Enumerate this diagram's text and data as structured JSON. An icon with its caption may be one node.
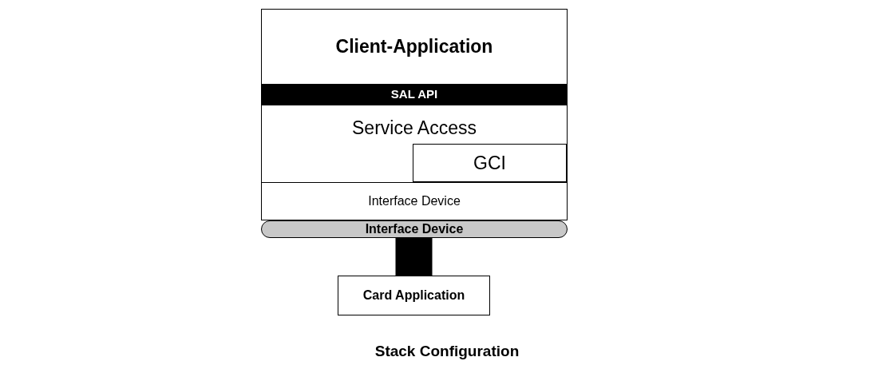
{
  "diagram": {
    "caption": "Stack Configuration",
    "nodes": [
      {
        "text": [
          "Client-Application"
        ]
      },
      {
        "text": [
          "SAL API"
        ]
      },
      {
        "text": [
          "Service Access"
        ]
      },
      {
        "text": [
          "GCI"
        ],
        "in": 2
      },
      {
        "text": [
          "Interface Device"
        ]
      },
      {
        "text": [
          "Interface Device"
        ]
      },
      {
        "text": [
          "Card Application"
        ]
      }
    ],
    "edges": [
      {
        "from": 5,
        "to": 6,
        "arrow": "none"
      }
    ]
  }
}
